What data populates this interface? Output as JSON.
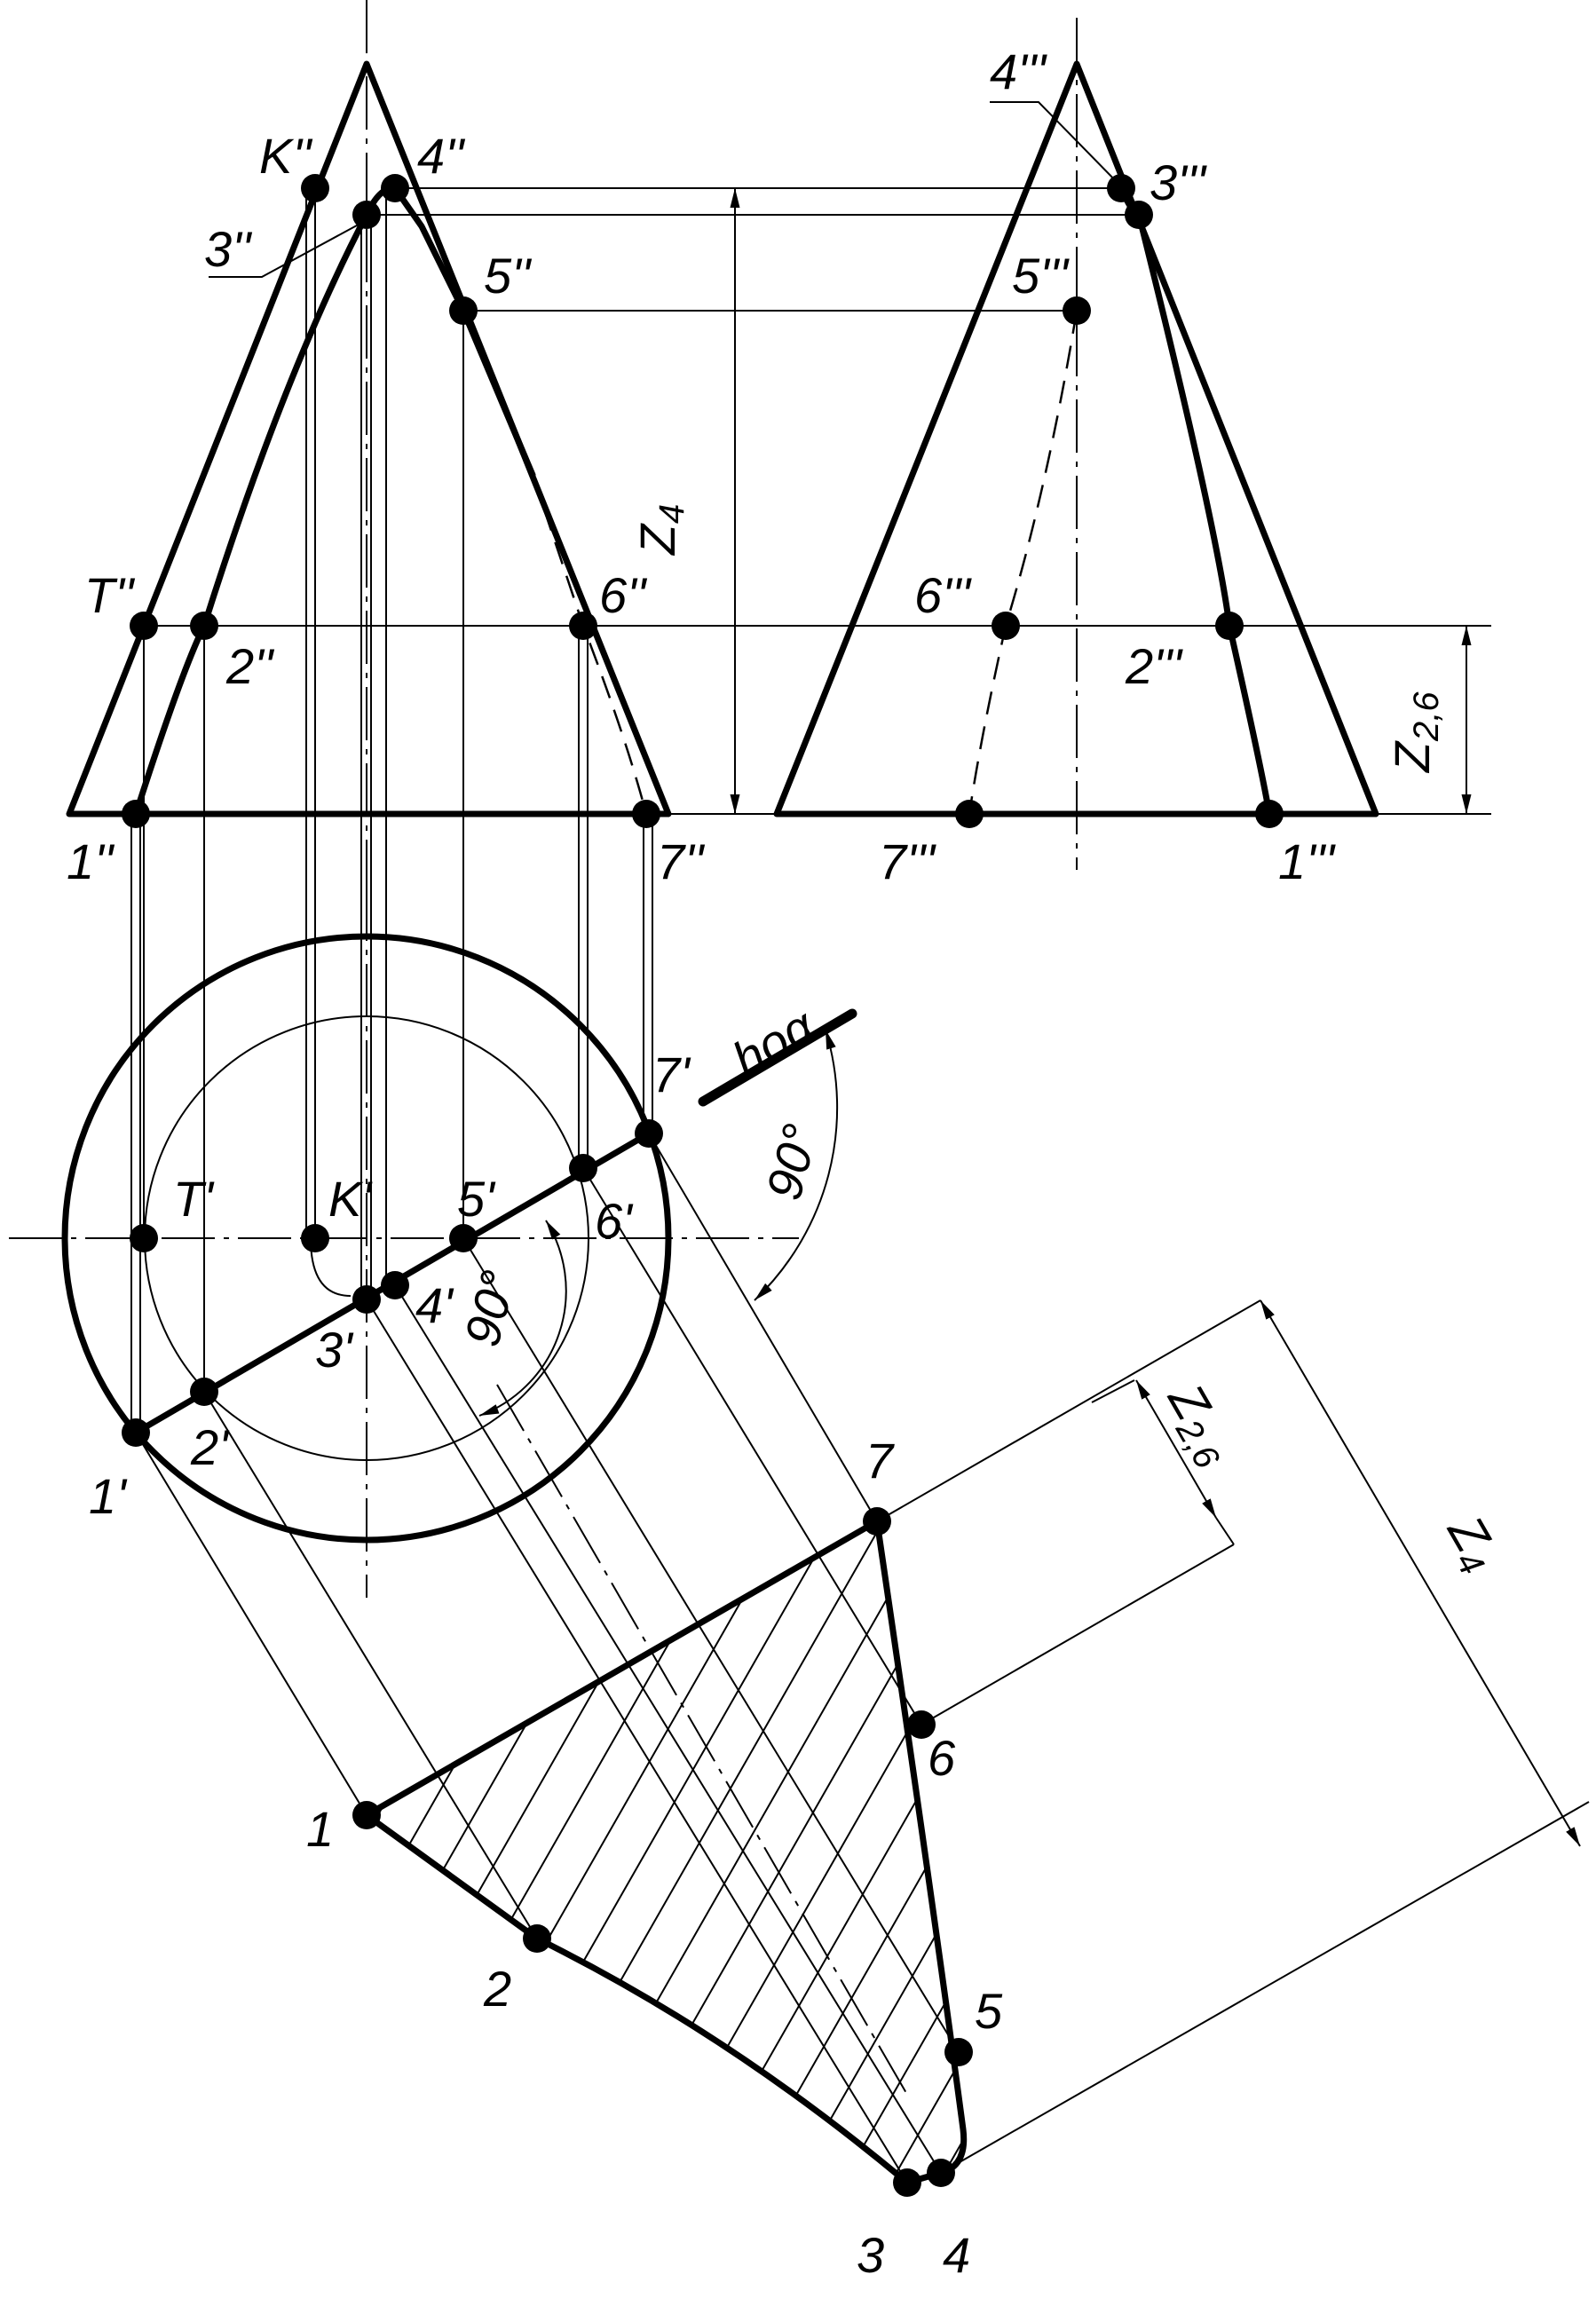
{
  "labels": {
    "front": {
      "k": "K''",
      "p4": "4''",
      "p3": "3''",
      "p5": "5''",
      "p6": "6''",
      "t": "T''",
      "p2": "2''",
      "p1": "1''",
      "p7": "7''"
    },
    "side": {
      "p4": "4'''",
      "p3": "3'''",
      "p5": "5'''",
      "p6": "6'''",
      "p2": "2'''",
      "p7": "7'''",
      "p1": "1'''"
    },
    "plan": {
      "p7": "7'",
      "t": "T'",
      "k": "K'",
      "p5": "5'",
      "p6": "6'",
      "p4": "4'",
      "p3": "3'",
      "p2": "2'",
      "p1": "1'"
    },
    "section": {
      "p7": "7",
      "p6": "6",
      "p1": "1",
      "p2": "2",
      "p5": "5",
      "p3": "3",
      "p4": "4"
    }
  },
  "dimensions": {
    "z4": {
      "main": "Z",
      "sub": "4"
    },
    "z26": {
      "main": "Z",
      "sub": "2,6"
    }
  },
  "plane_trace": "hоα",
  "angles": {
    "outer": "90°",
    "inner": "90°"
  }
}
